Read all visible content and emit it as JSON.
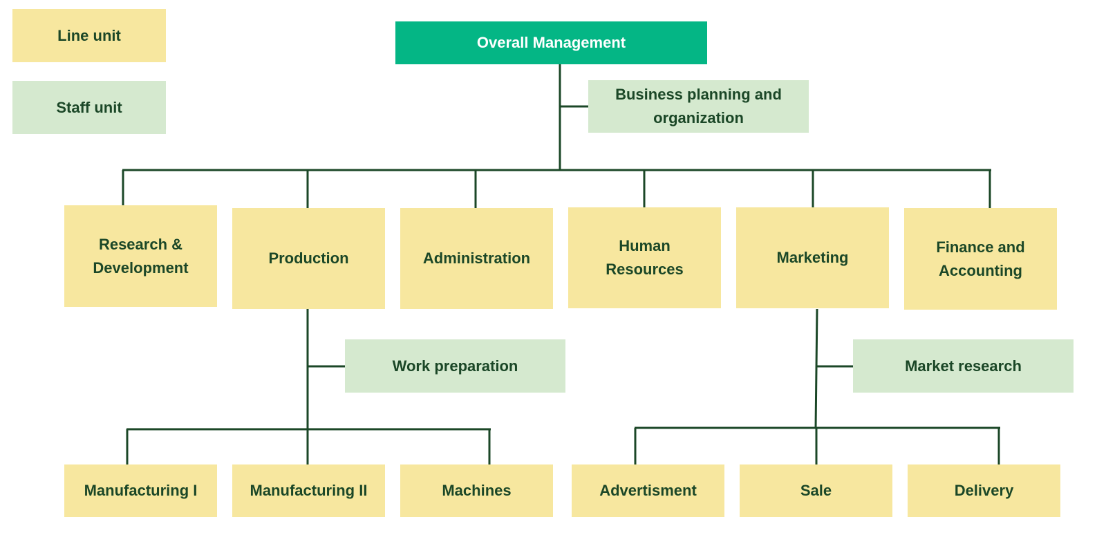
{
  "colors": {
    "top": "#04b685",
    "line_unit": "#f7e79f",
    "staff_unit": "#d5e9cf",
    "text": "#1b4727",
    "connector": "#1b4727"
  },
  "legend": {
    "line_unit": "Line unit",
    "staff_unit": "Staff unit"
  },
  "top": "Overall Management",
  "top_staff": "Business planning and organization",
  "departments": [
    "Research & Development",
    "Production",
    "Administration",
    "Human Resources",
    "Marketing",
    "Finance and Accounting"
  ],
  "production": {
    "staff": "Work preparation",
    "units": [
      "Manufacturing I",
      "Manufacturing II",
      "Machines"
    ]
  },
  "marketing": {
    "staff": "Market research",
    "units": [
      "Advertisment",
      "Sale",
      "Delivery"
    ]
  }
}
